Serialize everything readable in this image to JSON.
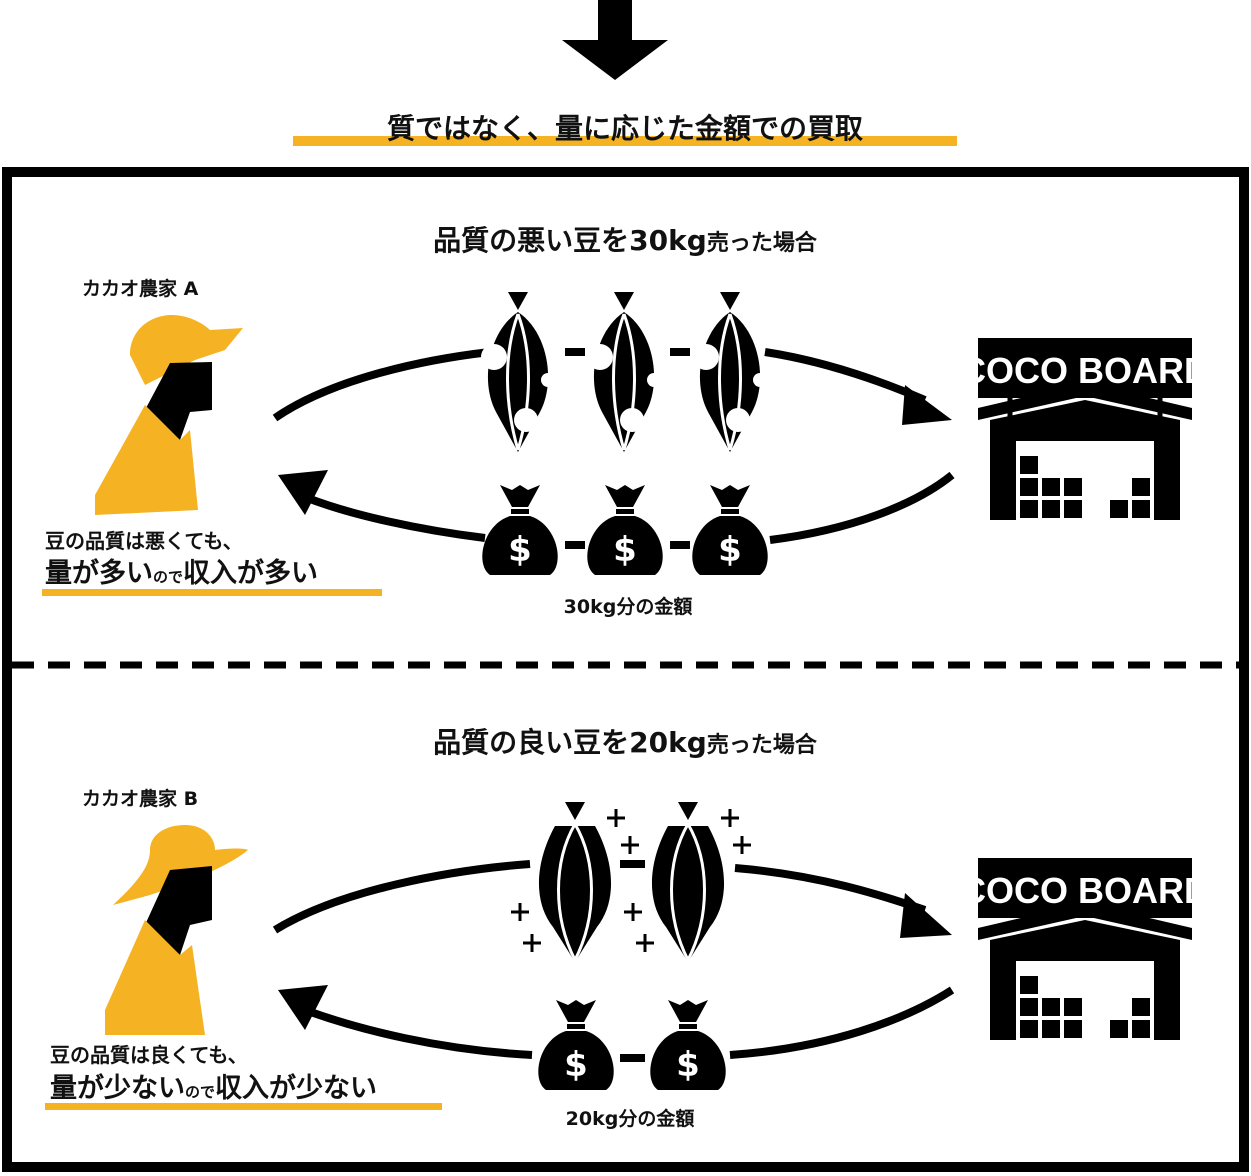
{
  "header": {
    "title": "質ではなく、量に応じた金額での買取",
    "accent_color": "#f5b324"
  },
  "scenarios": [
    {
      "heading_a": "品質の悪い豆を",
      "heading_qty": "30kg",
      "heading_b": "売った場合",
      "farmer_label": "カカオ農家 A",
      "caption_line1": "豆の品質は悪くても、",
      "caption_line2a": "量が多い",
      "caption_line2b": "ので",
      "caption_line2c": "収入が多い",
      "amount_label": "30kg分の金額",
      "store_name": "COCO BOARD",
      "bean_count": 3,
      "bag_count": 3
    },
    {
      "heading_a": "品質の良い豆を",
      "heading_qty": "20kg",
      "heading_b": "売った場合",
      "farmer_label": "カカオ農家 B",
      "caption_line1": "豆の品質は良くても、",
      "caption_line2a": "量が少ない",
      "caption_line2b": "ので",
      "caption_line2c": "収入が少ない",
      "amount_label": "20kg分の金額",
      "store_name": "COCO BOARD",
      "bean_count": 2,
      "bag_count": 2
    }
  ]
}
